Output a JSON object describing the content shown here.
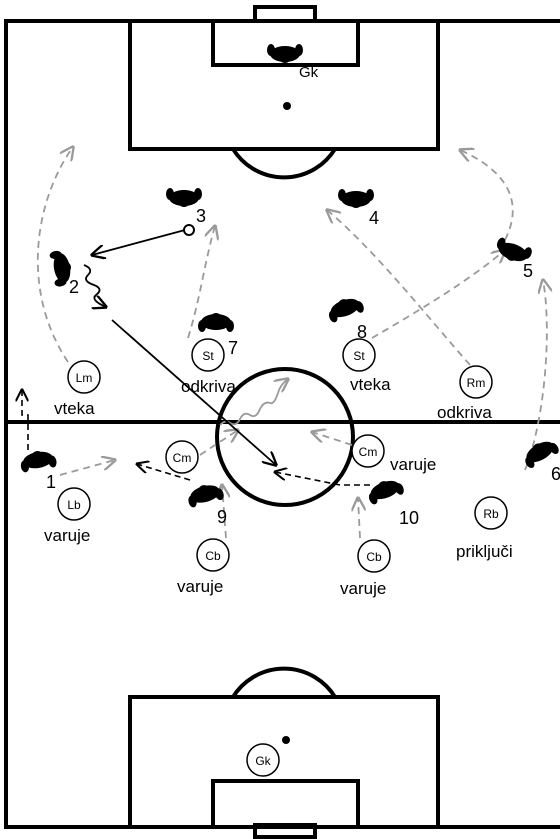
{
  "field": {
    "line_color": "#000000",
    "background": "#ffffff"
  },
  "colors": {
    "pass_arrow": "#000000",
    "run_arrow": "#9a9a9a",
    "player_icon": "#000000",
    "marker_fill": "#ffffff"
  },
  "attackers": [
    {
      "id": "gk-top",
      "number": "Gk"
    },
    {
      "id": "p2",
      "number": "2"
    },
    {
      "id": "p3",
      "number": "3"
    },
    {
      "id": "p4",
      "number": "4"
    },
    {
      "id": "p5",
      "number": "5"
    },
    {
      "id": "p7",
      "number": "7"
    },
    {
      "id": "p8",
      "number": "8"
    },
    {
      "id": "p1",
      "number": "1"
    },
    {
      "id": "p6",
      "number": "6"
    },
    {
      "id": "p9",
      "number": "9"
    },
    {
      "id": "p10",
      "number": "10"
    }
  ],
  "defenders": [
    {
      "id": "st-left",
      "code": "St",
      "action": "odkriva"
    },
    {
      "id": "st-right",
      "code": "St",
      "action": "vteka"
    },
    {
      "id": "lm",
      "code": "Lm",
      "action": "vteka"
    },
    {
      "id": "rm",
      "code": "Rm",
      "action": "odkriva"
    },
    {
      "id": "cm-left",
      "code": "Cm",
      "action": ""
    },
    {
      "id": "cm-right",
      "code": "Cm",
      "action": "varuje"
    },
    {
      "id": "lb",
      "code": "Lb",
      "action": "varuje"
    },
    {
      "id": "rb",
      "code": "Rb",
      "action": "priključi"
    },
    {
      "id": "cb-left",
      "code": "Cb",
      "action": "varuje"
    },
    {
      "id": "cb-right",
      "code": "Cb",
      "action": "varuje"
    },
    {
      "id": "gk-bottom",
      "code": "Gk",
      "action": ""
    }
  ]
}
